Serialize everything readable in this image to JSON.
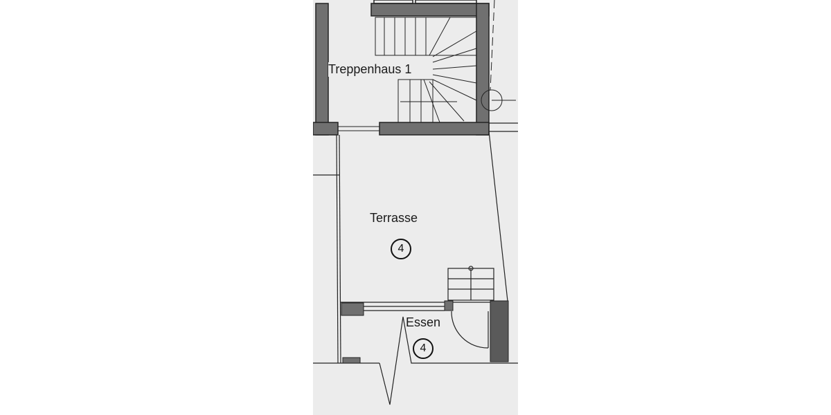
{
  "plan": {
    "rooms": [
      {
        "name": "Treppenhaus 1"
      },
      {
        "name": "Terrasse",
        "number": "4"
      },
      {
        "name": "Essen",
        "number": "4"
      }
    ],
    "colors": {
      "paper": "#ececec",
      "wall": "#707070",
      "line": "#222222"
    }
  }
}
